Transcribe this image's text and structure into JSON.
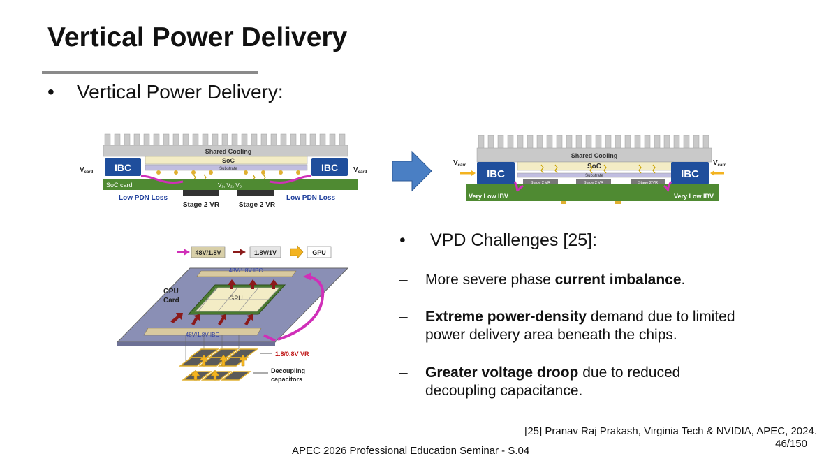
{
  "slide": {
    "title": "Vertical Power Delivery",
    "bullet_main": "Vertical Power Delivery:",
    "bullet_symbol": "•",
    "challenges_heading": "VPD Challenges [25]:",
    "items": [
      {
        "dash": "–",
        "before": "More severe phase ",
        "bold": "current imbalance",
        "after": "."
      },
      {
        "dash": "–",
        "before": "",
        "bold": "Extreme power-density",
        "after": " demand due to limited power delivery area beneath the chips."
      },
      {
        "dash": "–",
        "before": "",
        "bold": "Greater voltage droop",
        "after": " due to reduced decoupling capacitance."
      }
    ],
    "reference": "[25] Pranav Raj Prakash, Virginia Tech & NVIDIA, APEC, 2024.",
    "page_number": "46/150",
    "footer": "APEC 2026 Professional Education Seminar  -  S.04"
  },
  "diagram_left": {
    "shared_cooling": "Shared Cooling",
    "soc": "SoC",
    "substrate": "Substrate",
    "ibc": "IBC",
    "vcard": "V",
    "vcard_sub": "card",
    "soc_card": "SoC card",
    "low_pdn_loss": "Low PDN Loss",
    "stage2_vr": "Stage 2 VR",
    "rails": "V₁, V₂, V₃"
  },
  "diagram_right": {
    "shared_cooling": "Shared Cooling",
    "soc": "SoC",
    "substrate": "Substrate",
    "ibc": "IBC",
    "vcard": "V",
    "vcard_sub": "card",
    "stage2_vr": "Stage 2 VR",
    "very_low_ibv": "Very Low IBV"
  },
  "diagram_gpu": {
    "legend_1": "48V/1.8V",
    "legend_2": "1.8V/1V",
    "legend_3": "GPU",
    "gpu_card": "GPU",
    "gpu_card_2": "Card",
    "gpu": "GPU",
    "ibc_top": "48V/1.8V IBC",
    "ibc_bottom": "48V/1.8V IBC",
    "vr": "1.8/0.8V VR",
    "decoupling_1": "Decoupling",
    "decoupling_2": "capacitors"
  },
  "colors": {
    "ibc_blue": "#1f4e9c",
    "card_green": "#4f8a32",
    "magenta": "#d02fb8",
    "arrow_blue": "#4a7fc4",
    "dark_red": "#8b1a1a",
    "gold": "#f3b320"
  }
}
